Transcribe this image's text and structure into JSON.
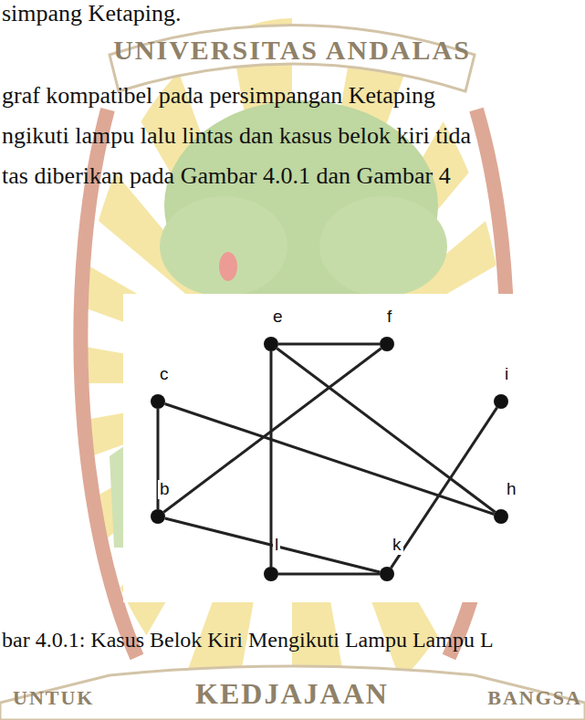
{
  "diagram": {
    "caption": "bar 4.0.1: Kasus Belok Kiri Mengikuti Lampu Lampu L",
    "nodes": [
      {
        "text": [
          "e"
        ]
      },
      {
        "text": [
          "f"
        ]
      },
      {
        "text": [
          "c"
        ]
      },
      {
        "text": [
          "i"
        ]
      },
      {
        "text": [
          "b"
        ]
      },
      {
        "text": [
          "h"
        ]
      },
      {
        "text": [
          "l"
        ]
      },
      {
        "text": [
          "k"
        ]
      }
    ],
    "edges": [
      {
        "from": 0,
        "to": 1,
        "arrow": "none"
      },
      {
        "from": 0,
        "to": 6,
        "arrow": "none"
      },
      {
        "from": 0,
        "to": 5,
        "arrow": "none"
      },
      {
        "from": 1,
        "to": 4,
        "arrow": "none"
      },
      {
        "from": 2,
        "to": 4,
        "arrow": "none"
      },
      {
        "from": 2,
        "to": 5,
        "arrow": "none"
      },
      {
        "from": 4,
        "to": 7,
        "arrow": "none"
      },
      {
        "from": 6,
        "to": 7,
        "arrow": "none"
      },
      {
        "from": 3,
        "to": 7,
        "arrow": "none"
      }
    ],
    "labels": [
      "simpang Ketaping.",
      "UNIVERSITAS ANDALAS",
      "graf kompatibel pada persimpangan Ketaping",
      "ngikuti lampu lalu lintas dan kasus belok kiri tida",
      "tas diberikan pada Gambar 4.0.1 dan Gambar 4",
      "UNTUK",
      "KEDJAJAAN",
      "BANGSA"
    ]
  }
}
